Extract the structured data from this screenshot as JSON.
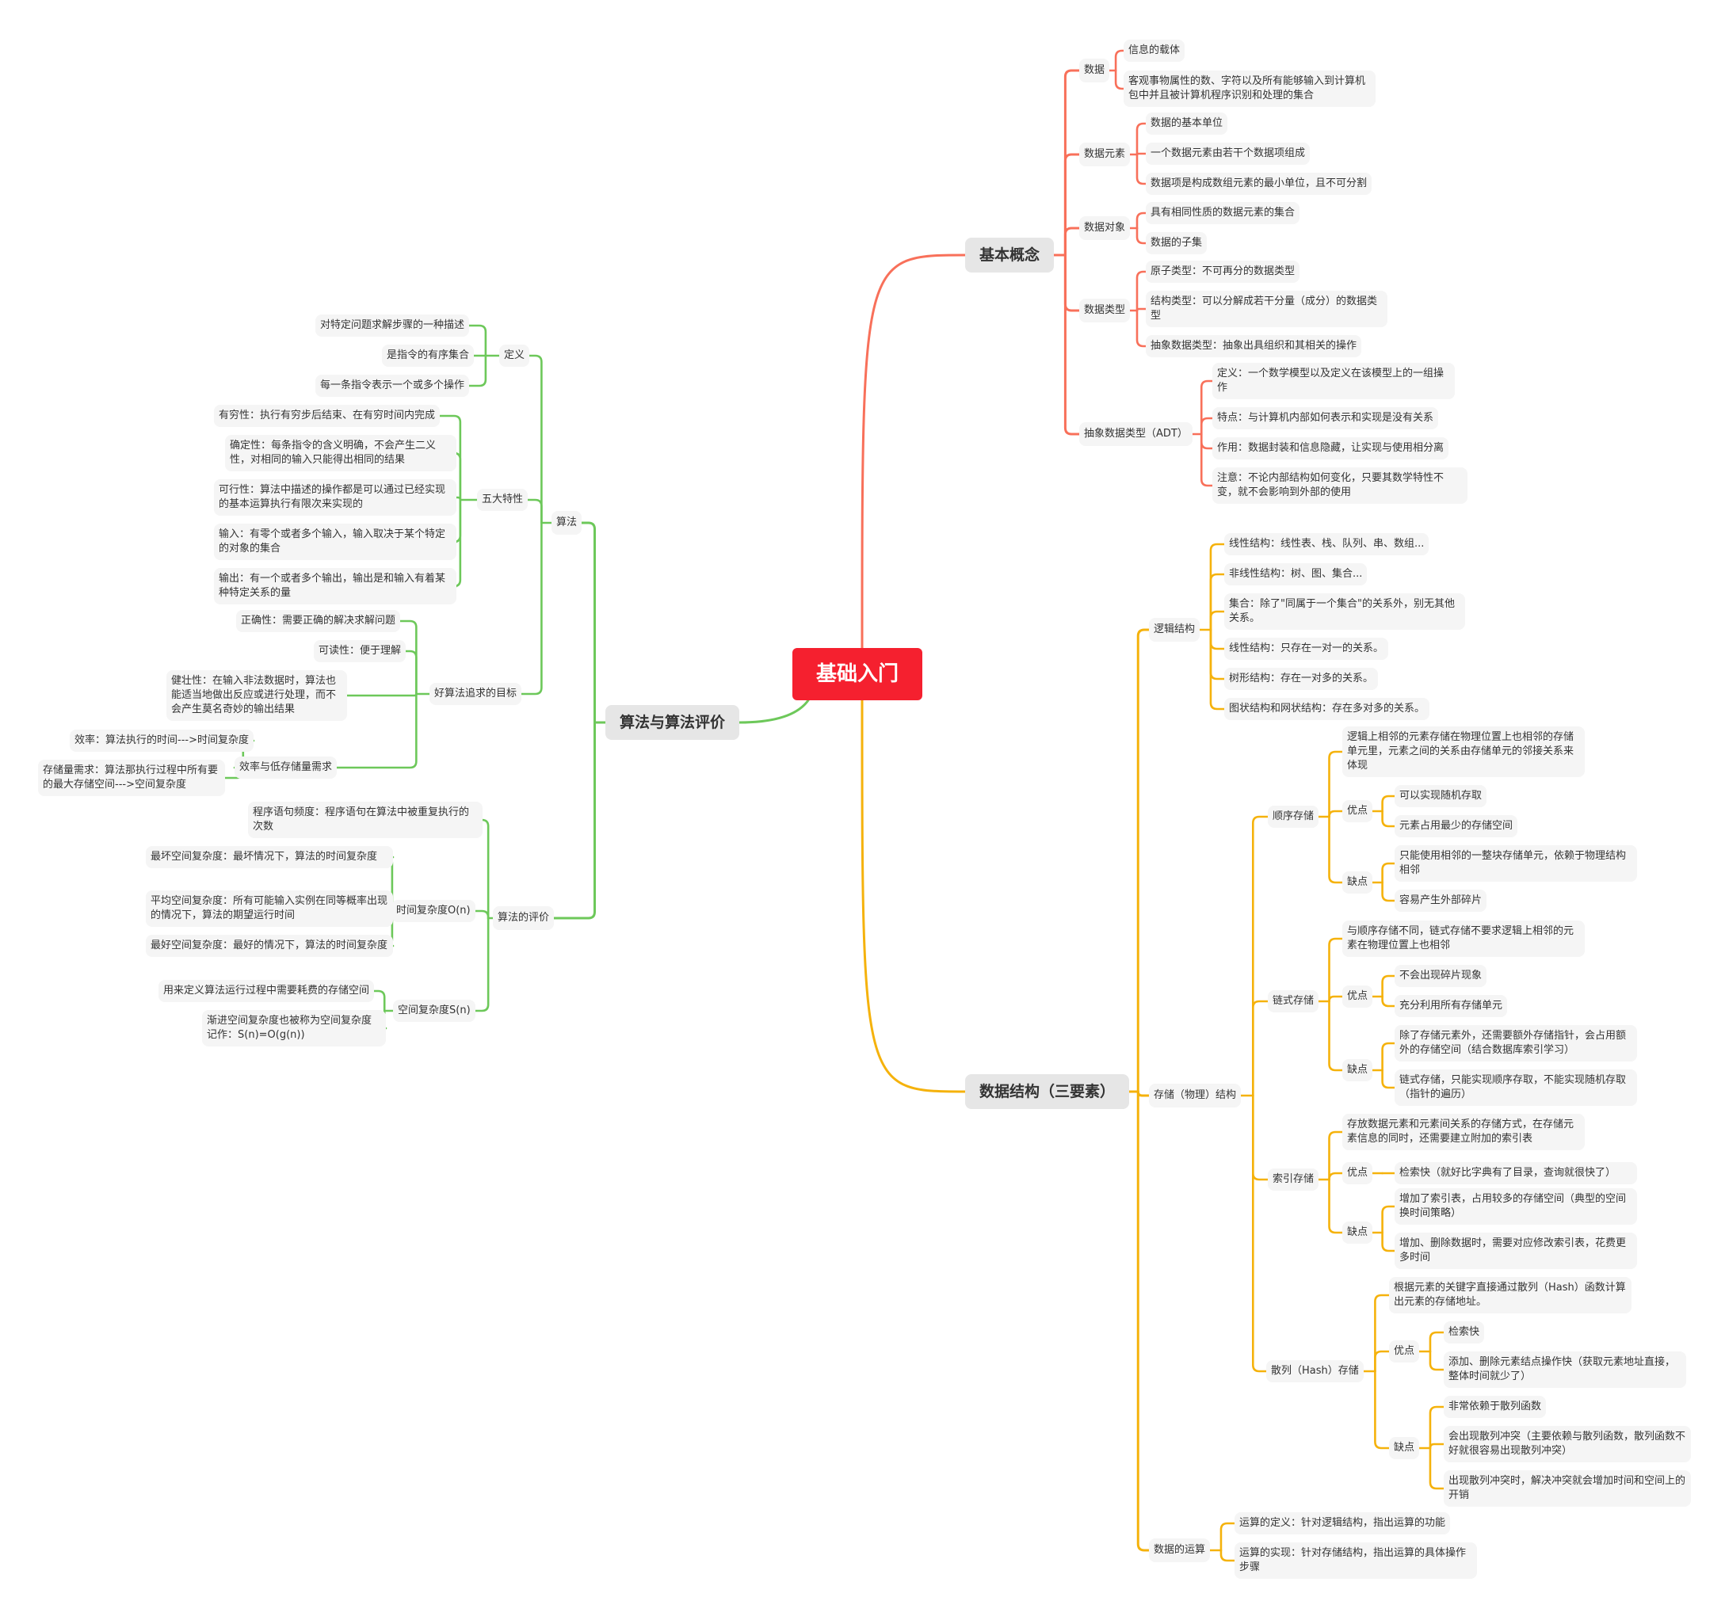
{
  "root": {
    "label": "基础入门",
    "color": "#f5202f"
  },
  "branch_colors": {
    "concepts": "#f8705a",
    "structure": "#f5b20c",
    "algorithm": "#6dc85a"
  },
  "branches": {
    "concepts": {
      "label": "基本概念",
      "children": [
        {
          "label": "数据",
          "children": [
            {
              "label": "信息的载体"
            },
            {
              "label": "客观事物属性的数、字符以及所有能够输入到计算机包中并且被计算机程序识别和处理的集合"
            }
          ]
        },
        {
          "label": "数据元素",
          "children": [
            {
              "label": "数据的基本单位"
            },
            {
              "label": "一个数据元素由若干个数据项组成"
            },
            {
              "label": "数据项是构成数组元素的最小单位，且不可分割"
            }
          ]
        },
        {
          "label": "数据对象",
          "children": [
            {
              "label": "具有相同性质的数据元素的集合"
            },
            {
              "label": "数据的子集"
            }
          ]
        },
        {
          "label": "数据类型",
          "children": [
            {
              "label": "原子类型：不可再分的数据类型"
            },
            {
              "label": "结构类型：可以分解成若干分量（成分）的数据类型"
            },
            {
              "label": "抽象数据类型：抽象出具组织和其相关的操作"
            }
          ]
        },
        {
          "label": "抽象数据类型（ADT）",
          "children": [
            {
              "label": "定义：一个数学模型以及定义在该模型上的一组操作"
            },
            {
              "label": "特点：与计算机内部如何表示和实现是没有关系"
            },
            {
              "label": "作用：数据封装和信息隐藏，让实现与使用相分离"
            },
            {
              "label": "注意：不论内部结构如何变化，只要其数学特性不变，就不会影响到外部的使用"
            }
          ]
        }
      ]
    },
    "structure": {
      "label": "数据结构（三要素）",
      "children": [
        {
          "label": "逻辑结构",
          "children": [
            {
              "label": "线性结构：线性表、栈、队列、串、数组..."
            },
            {
              "label": "非线性结构：树、图、集合..."
            },
            {
              "label": "集合：除了\"同属于一个集合\"的关系外，别无其他关系。"
            },
            {
              "label": "线性结构：只存在一对一的关系。"
            },
            {
              "label": "树形结构：存在一对多的关系。"
            },
            {
              "label": "图状结构和网状结构：存在多对多的关系。"
            }
          ]
        },
        {
          "label": "存储（物理）结构",
          "children": [
            {
              "label": "顺序存储",
              "children": [
                {
                  "label": "逻辑上相邻的元素存储在物理位置上也相邻的存储单元里，元素之间的关系由存储单元的邻接关系来体现"
                },
                {
                  "label": "优点",
                  "children": [
                    {
                      "label": "可以实现随机存取"
                    },
                    {
                      "label": "元素占用最少的存储空间"
                    }
                  ]
                },
                {
                  "label": "缺点",
                  "children": [
                    {
                      "label": "只能使用相邻的一整块存储单元，依赖于物理结构相邻"
                    },
                    {
                      "label": "容易产生外部碎片"
                    }
                  ]
                }
              ]
            },
            {
              "label": "链式存储",
              "children": [
                {
                  "label": "与顺序存储不同，链式存储不要求逻辑上相邻的元素在物理位置上也相邻"
                },
                {
                  "label": "优点",
                  "children": [
                    {
                      "label": "不会出现碎片现象"
                    },
                    {
                      "label": "充分利用所有存储单元"
                    }
                  ]
                },
                {
                  "label": "缺点",
                  "children": [
                    {
                      "label": "除了存储元素外，还需要额外存储指针，会占用额外的存储空间（结合数据库索引学习）"
                    },
                    {
                      "label": "链式存储，只能实现顺序存取，不能实现随机存取（指针的遍历）"
                    }
                  ]
                }
              ]
            },
            {
              "label": "索引存储",
              "children": [
                {
                  "label": "存放数据元素和元素间关系的存储方式，在存储元素信息的同时，还需要建立附加的索引表"
                },
                {
                  "label": "优点",
                  "children": [
                    {
                      "label": "检索快（就好比字典有了目录，查询就很快了）"
                    }
                  ]
                },
                {
                  "label": "缺点",
                  "children": [
                    {
                      "label": "增加了索引表，占用较多的存储空间（典型的空间换时间策略）"
                    },
                    {
                      "label": "增加、删除数据时，需要对应修改索引表，花费更多时间"
                    }
                  ]
                }
              ]
            },
            {
              "label": "散列（Hash）存储",
              "children": [
                {
                  "label": "根据元素的关键字直接通过散列（Hash）函数计算出元素的存储地址。"
                },
                {
                  "label": "优点",
                  "children": [
                    {
                      "label": "检索快"
                    },
                    {
                      "label": "添加、删除元素结点操作快（获取元素地址直接，整体时间就少了）"
                    }
                  ]
                },
                {
                  "label": "缺点",
                  "children": [
                    {
                      "label": "非常依赖于散列函数"
                    },
                    {
                      "label": "会出现散列冲突（主要依赖与散列函数，散列函数不好就很容易出现散列冲突）"
                    },
                    {
                      "label": "出现散列冲突时，解决冲突就会增加时间和空间上的开销"
                    }
                  ]
                }
              ]
            }
          ]
        },
        {
          "label": "数据的运算",
          "children": [
            {
              "label": "运算的定义：针对逻辑结构，指出运算的功能"
            },
            {
              "label": "运算的实现：针对存储结构，指出运算的具体操作步骤"
            }
          ]
        }
      ]
    },
    "algorithm": {
      "label": "算法与算法评价",
      "children": [
        {
          "label": "算法",
          "children": [
            {
              "label": "定义",
              "children": [
                {
                  "label": "对特定问题求解步骤的一种描述"
                },
                {
                  "label": "是指令的有序集合"
                },
                {
                  "label": "每一条指令表示一个或多个操作"
                }
              ]
            },
            {
              "label": "五大特性",
              "children": [
                {
                  "label": "有穷性：执行有穷步后结束、在有穷时间内完成"
                },
                {
                  "label": "确定性：每条指令的含义明确，不会产生二义性，对相同的输入只能得出相同的结果"
                },
                {
                  "label": "可行性：算法中描述的操作都是可以通过已经实现的基本运算执行有限次来实现的"
                },
                {
                  "label": "输入：有零个或者多个输入，输入取决于某个特定的对象的集合"
                },
                {
                  "label": "输出：有一个或者多个输出，输出是和输入有着某种特定关系的量"
                }
              ]
            },
            {
              "label": "好算法追求的目标",
              "children": [
                {
                  "label": "正确性：需要正确的解决求解问题"
                },
                {
                  "label": "可读性：便于理解"
                },
                {
                  "label": "健壮性：在输入非法数据时，算法也能适当地做出反应或进行处理，而不会产生莫名奇妙的输出结果"
                },
                {
                  "label": "效率与低存储量需求",
                  "children": [
                    {
                      "label": "效率：算法执行的时间--->时间复杂度"
                    },
                    {
                      "label": "存储量需求：算法那执行过程中所有要的最大存储空间--->空间复杂度"
                    }
                  ]
                }
              ]
            }
          ]
        },
        {
          "label": "算法的评价",
          "children": [
            {
              "label": "程序语句频度：程序语句在算法中被重复执行的次数"
            },
            {
              "label": "时间复杂度O(n)",
              "children": [
                {
                  "label": "最坏空间复杂度：最坏情况下，算法的时间复杂度"
                },
                {
                  "label": "平均空间复杂度：所有可能输入实例在同等概率出现的情况下，算法的期望运行时间"
                },
                {
                  "label": "最好空间复杂度：最好的情况下，算法的时间复杂度"
                }
              ]
            },
            {
              "label": "空间复杂度S(n)",
              "children": [
                {
                  "label": "用来定义算法运行过程中需要耗费的存储空间"
                },
                {
                  "label": "渐进空间复杂度也被称为空间复杂度记作：S(n)=O(g(n))"
                }
              ]
            }
          ]
        }
      ]
    }
  }
}
